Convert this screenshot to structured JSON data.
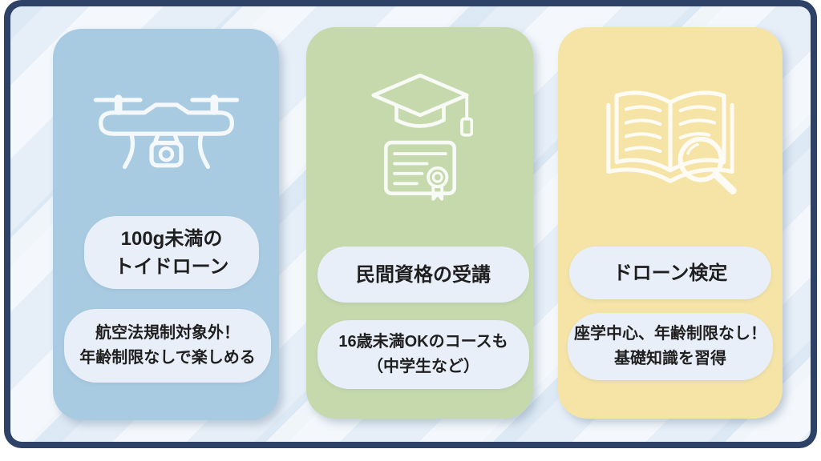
{
  "slide": {
    "description": "Three-column infographic about drone options without age restriction",
    "colors": {
      "frame_navy": "#2d4266",
      "panel_blue_white": "#e6eff8",
      "pill": "#e9eff8",
      "text": "#1f1f1f",
      "icon": "#ffffff"
    }
  },
  "cards": [
    {
      "name": "toy-drone",
      "bg": "#a9cbe1",
      "icon": "drone-icon",
      "title": "100g未満の\nトイドローン",
      "subtitle": "航空法規制対象外！\n年齢制限なしで楽しめる"
    },
    {
      "name": "private-qualification",
      "bg": "#c5d9ad",
      "icon": "graduation-certificate-icon",
      "title": "民間資格の受講",
      "subtitle": "16歳未満OKのコースも\n（中学生など）"
    },
    {
      "name": "drone-exam",
      "bg": "#f5e4a6",
      "icon": "book-magnifier-icon",
      "title": "ドローン検定",
      "subtitle": "座学中心、年齢制限なし！\n基礎知識を習得"
    }
  ]
}
